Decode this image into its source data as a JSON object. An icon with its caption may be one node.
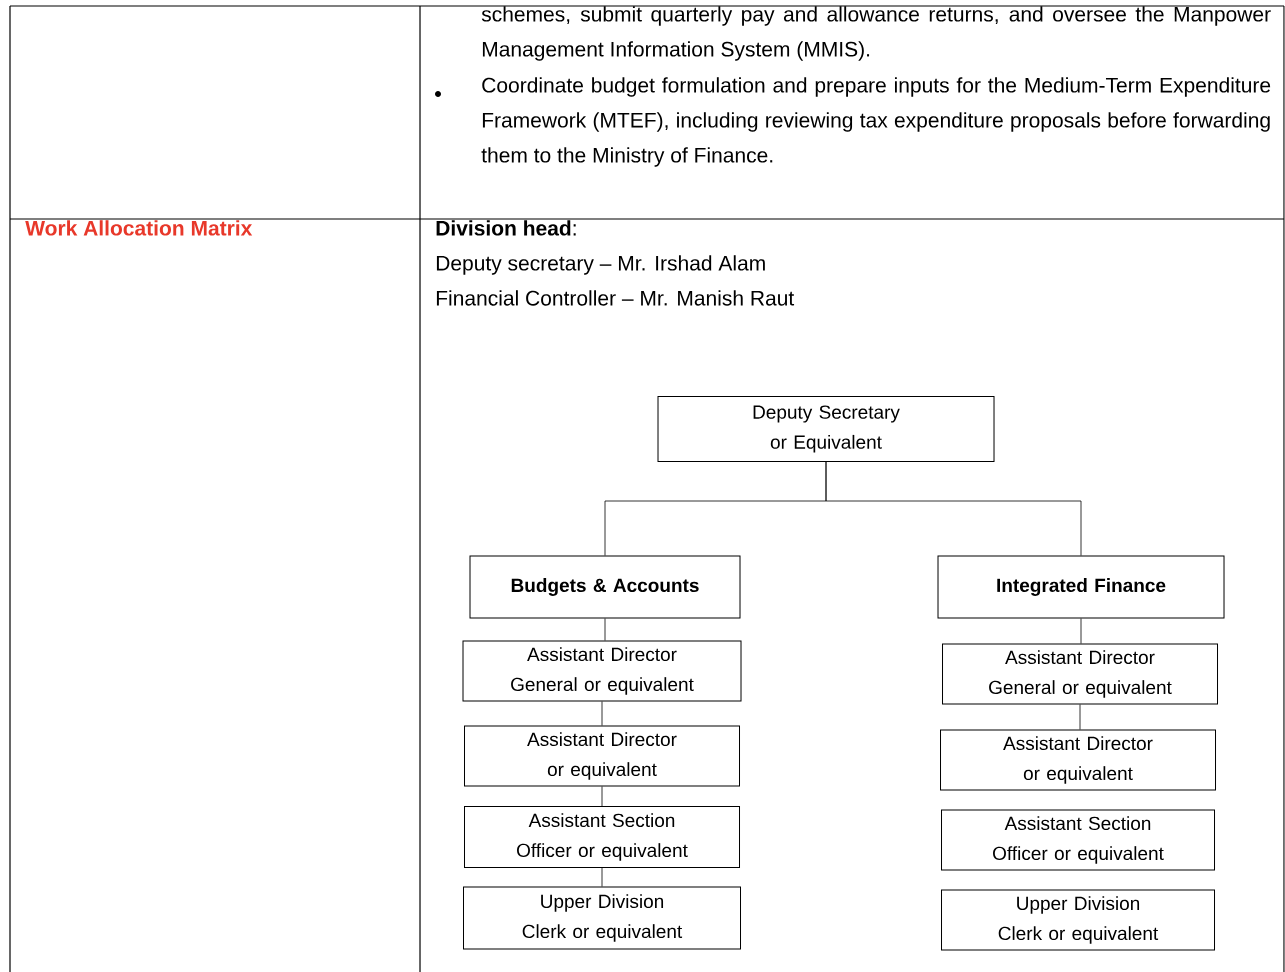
{
  "diagram": {
    "nodes": [
      {
        "text": [
          "Deputy Secretary or Equivalent"
        ]
      },
      {
        "text": [
          "Budgets & Accounts"
        ]
      },
      {
        "text": [
          "Assistant Director General or equivalent"
        ]
      },
      {
        "text": [
          "Assistant Director or equivalent"
        ]
      },
      {
        "text": [
          "Assistant Section Officer or equivalent"
        ]
      },
      {
        "text": [
          "Upper Division Clerk or equivalent"
        ]
      },
      {
        "text": [
          "Integrated Finance"
        ]
      },
      {
        "text": [
          "Assistant Director General or equivalent"
        ]
      },
      {
        "text": [
          "Assistant Director or equivalent"
        ]
      },
      {
        "text": [
          "Assistant Section Officer or equivalent"
        ]
      },
      {
        "text": [
          "Upper Division Clerk or equivalent"
        ]
      }
    ],
    "edges": [
      {
        "from": 0,
        "to": 1,
        "arrow": "none"
      },
      {
        "from": 0,
        "to": 6,
        "arrow": "none"
      },
      {
        "from": 1,
        "to": 2,
        "arrow": "none"
      },
      {
        "from": 2,
        "to": 3,
        "arrow": "none"
      },
      {
        "from": 3,
        "to": 4,
        "arrow": "none"
      },
      {
        "from": 4,
        "to": 5,
        "arrow": "none"
      },
      {
        "from": 6,
        "to": 7,
        "arrow": "none"
      },
      {
        "from": 7,
        "to": 8,
        "arrow": "none"
      }
    ],
    "labels": [
      "schemes, submit quarterly pay and allowance returns, and oversee the Manpower Management Information System (MMIS).",
      "Coordinate budget formulation and prepare inputs for the Medium-Term Expenditure Framework (MTEF), including reviewing tax expenditure proposals before forwarding them to the Ministry of Finance.",
      "Work Allocation Matrix",
      "**Division head**:",
      "Deputy secretary – Mr. Irshad Alam",
      "Financial Controller – Mr. Manish Raut"
    ]
  }
}
